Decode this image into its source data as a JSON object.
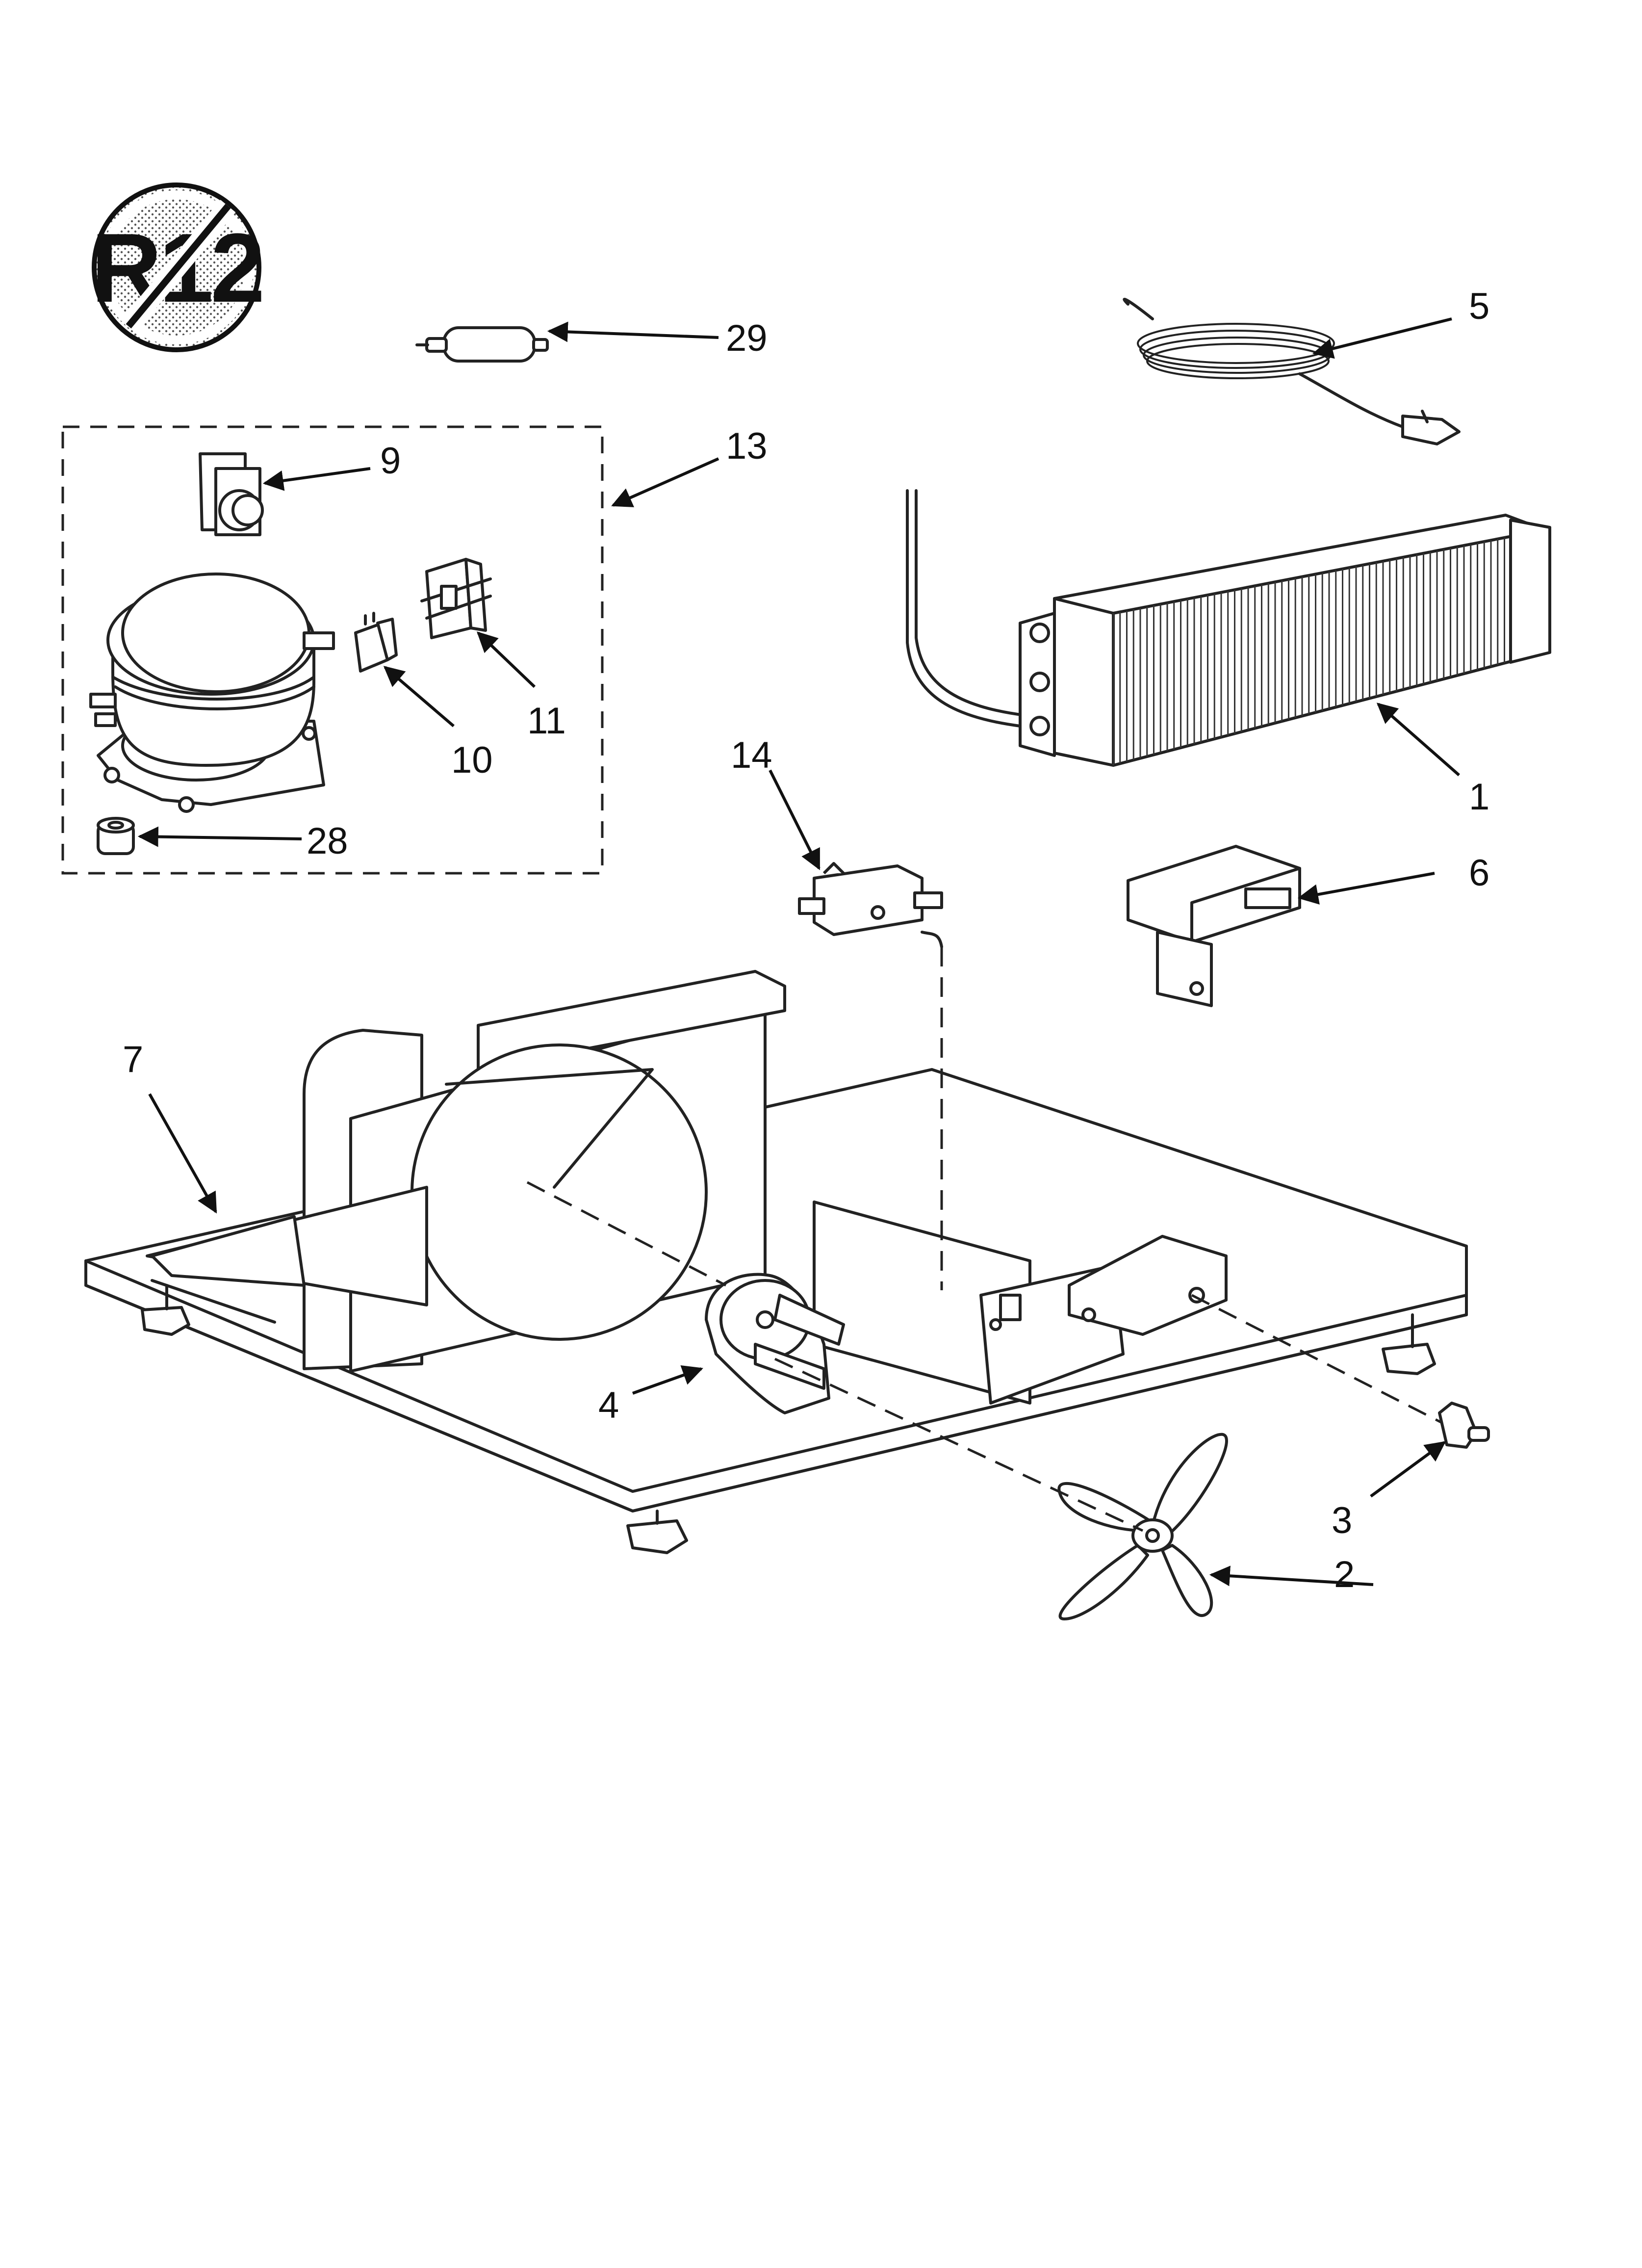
{
  "badge": {
    "text": "R12"
  },
  "callouts": [
    {
      "id": "1",
      "text": "1"
    },
    {
      "id": "2",
      "text": "2"
    },
    {
      "id": "3",
      "text": "3"
    },
    {
      "id": "4",
      "text": "4"
    },
    {
      "id": "5",
      "text": "5"
    },
    {
      "id": "6",
      "text": "6"
    },
    {
      "id": "7",
      "text": "7"
    },
    {
      "id": "9",
      "text": "9"
    },
    {
      "id": "10",
      "text": "10"
    },
    {
      "id": "11",
      "text": "11"
    },
    {
      "id": "13",
      "text": "13"
    },
    {
      "id": "14",
      "text": "14"
    },
    {
      "id": "28",
      "text": "28"
    },
    {
      "id": "29",
      "text": "29"
    }
  ],
  "icons": {
    "no_r12": "no-r12-refrigerant-symbol",
    "filter_drier": "filter-drier-icon",
    "power_cord": "power-cord-icon",
    "relay": "start-relay-icon",
    "compressor": "compressor-icon",
    "terminal_cover": "terminal-cover-icon",
    "overload": "overload-protector-icon",
    "grommet": "grommet-icon",
    "condenser": "condenser-coil-icon",
    "switch": "switch-icon",
    "control_box": "control-box-icon",
    "base": "machine-base-icon",
    "fan_motor": "fan-motor-icon",
    "fan_blade": "fan-blade-icon",
    "bushing": "bushing-icon",
    "drain_pan": "drain-pan-icon"
  }
}
